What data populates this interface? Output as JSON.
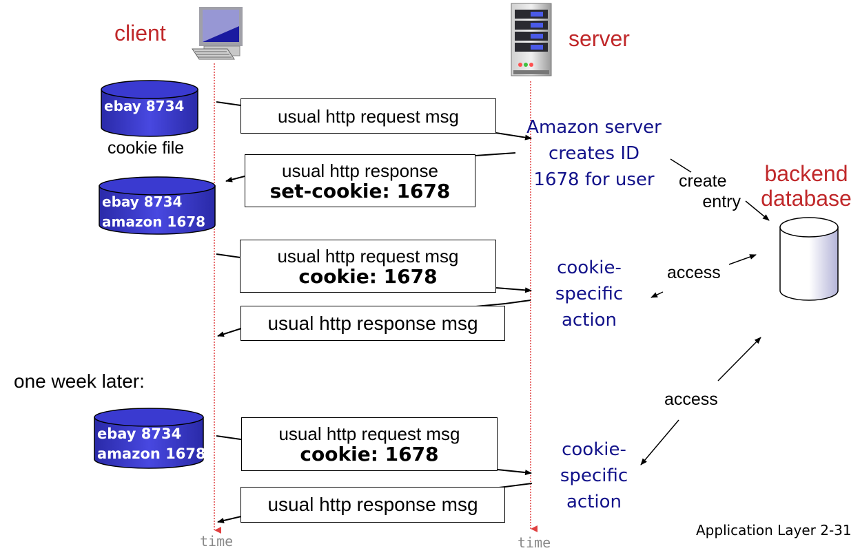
{
  "labels": {
    "client": "client",
    "server": "server",
    "backend_database_line1": "backend",
    "backend_database_line2": "database",
    "cookie_file": "cookie file",
    "one_week_later": "one week later:",
    "slide_footer": "Application Layer 2-31",
    "time_client": "time",
    "time_server": "time"
  },
  "cookie_files": [
    {
      "lines": [
        "ebay 8734"
      ]
    },
    {
      "lines": [
        "ebay 8734",
        "amazon 1678"
      ]
    },
    {
      "lines": [
        "ebay 8734",
        "amazon 1678"
      ]
    }
  ],
  "messages": [
    {
      "line1": "usual http request msg",
      "line2": ""
    },
    {
      "line1": "usual http response",
      "line2": "set-cookie: 1678"
    },
    {
      "line1": "usual http request msg",
      "line2": "cookie: 1678"
    },
    {
      "line1": "usual http response msg",
      "line2": ""
    },
    {
      "line1": "usual http request msg",
      "line2": "cookie: 1678"
    },
    {
      "line1": "usual http response msg",
      "line2": ""
    }
  ],
  "server_actions": {
    "creates_id": [
      "Amazon server",
      "creates ID",
      "1678 for user"
    ],
    "cookie_action_1": [
      "cookie-",
      "specific",
      "action"
    ],
    "cookie_action_2": [
      "cookie-",
      "specific",
      "action"
    ]
  },
  "db_arrows": {
    "create_entry": [
      "create",
      "entry"
    ],
    "access_1": "access",
    "access_2": "access"
  },
  "colors": {
    "title_red": "#c0282a",
    "action_blue": "#12128a",
    "cylinder_blue": "#3a3ad0",
    "timeline_red": "#e04040"
  },
  "icons": {
    "client": "computer-icon",
    "server": "server-icon",
    "database": "database-icon"
  }
}
